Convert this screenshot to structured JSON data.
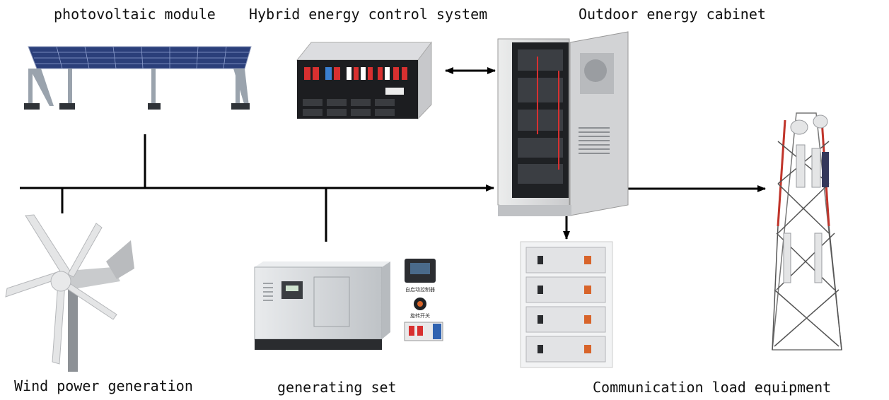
{
  "labels": {
    "pv": "photovoltaic module",
    "hybrid": "Hybrid energy control system",
    "cabinet": "Outdoor energy cabinet",
    "wind": "Wind power generation",
    "genset": "generating set",
    "load": "Communication load equipment"
  },
  "genset_panel": {
    "controller_caption": "自启动控制器",
    "switch_caption": "旋转开关"
  },
  "colors": {
    "line": "#000000",
    "panel": "#2b3f7a",
    "cabinet": "#d9dadc",
    "breaker_red": "#d83030",
    "tower_red": "#c0342a"
  }
}
